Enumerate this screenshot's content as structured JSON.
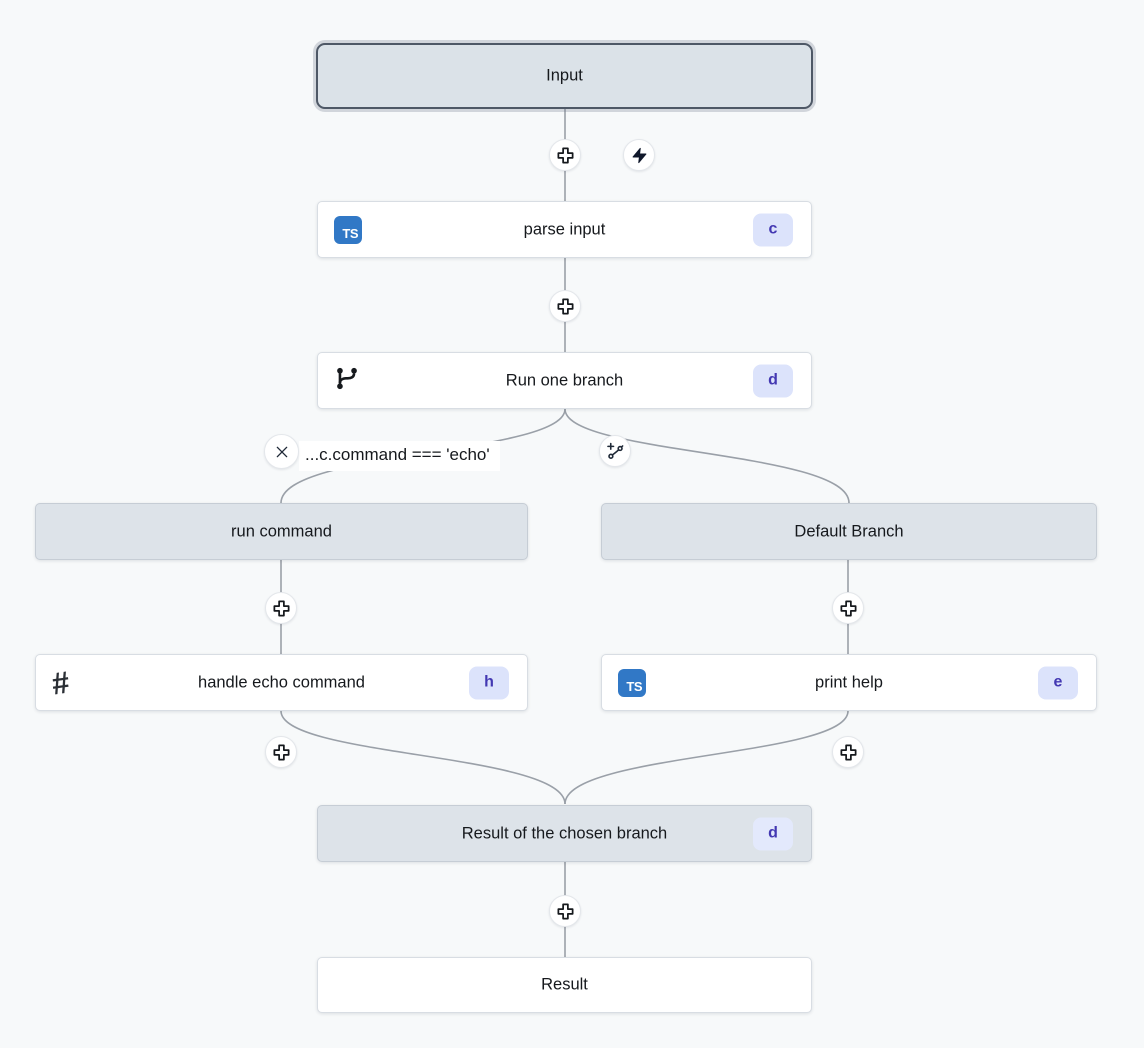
{
  "canvas": {
    "background": "#f7f9fa",
    "edge_color": "#9aa0a8"
  },
  "colors": {
    "gray_node_fill": "#dde3e9",
    "white_node_fill": "#ffffff",
    "input_border": "#4e5866",
    "badge_bg": "#dce3fb",
    "badge_text": "#4338b2",
    "typescript_blue": "#3178c6"
  },
  "nodes": {
    "input": {
      "label": "Input"
    },
    "parse_input": {
      "label": "parse input",
      "badge": "c",
      "icon": "typescript"
    },
    "run_one_branch": {
      "label": "Run one branch",
      "badge": "d",
      "icon": "git-branch"
    },
    "run_command": {
      "label": "run command"
    },
    "default_branch": {
      "label": "Default Branch"
    },
    "handle_echo_command": {
      "label": "handle echo command",
      "badge": "h",
      "icon": "hash"
    },
    "print_help": {
      "label": "print help",
      "badge": "e",
      "icon": "typescript"
    },
    "result_of_chosen_branch": {
      "label": "Result of the chosen branch",
      "badge": "d"
    },
    "result": {
      "label": "Result"
    }
  },
  "branch": {
    "condition_label": "...c.command === 'echo'"
  },
  "icons": {
    "typescript_label": "TS",
    "hash_glyph": "#",
    "plus": "add-step",
    "bolt": "trigger",
    "x": "remove-branch-condition",
    "branch_plus": "add-branch"
  }
}
